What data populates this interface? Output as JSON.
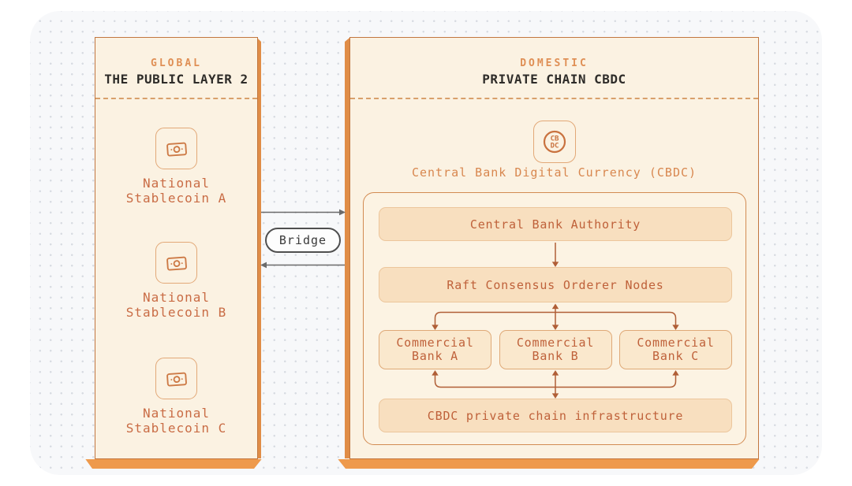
{
  "colors": {
    "accent_orange": "#e08d47",
    "slab_orange": "#ee9a4c",
    "panel_background": "#fbf2e2",
    "panel_border": "#c1763f",
    "bar_fill": "#f8dfbf",
    "bar_border": "#ecc69c",
    "box_text": "#bf613a",
    "label_orange": "#c96c45",
    "eyebrow_orange": "#df8f55",
    "title_dark": "#2e2c29",
    "bridge_gray": "#4f4f4f",
    "connector_brown": "#b05e36"
  },
  "left_panel": {
    "eyebrow": "GLOBAL",
    "title": "THE PUBLIC LAYER 2",
    "items": [
      {
        "line1": "National",
        "line2": "Stablecoin A"
      },
      {
        "line1": "National",
        "line2": "Stablecoin B"
      },
      {
        "line1": "National",
        "line2": "Stablecoin C"
      }
    ]
  },
  "bridge": {
    "label": "Bridge"
  },
  "right_panel": {
    "eyebrow": "DOMESTIC",
    "title": "PRIVATE CHAIN CBDC",
    "cbdc": {
      "icon_top": "CB",
      "icon_bottom": "DC",
      "caption": "Central Bank Digital Currency (CBDC)"
    },
    "authority_label": "Central Bank Authority",
    "orderer_label": "Raft Consensus Orderer Nodes",
    "banks": [
      {
        "line1": "Commercial",
        "line2": "Bank A"
      },
      {
        "line1": "Commercial",
        "line2": "Bank B"
      },
      {
        "line1": "Commercial",
        "line2": "Bank C"
      }
    ],
    "infrastructure_label": "CBDC private chain infrastructure"
  }
}
